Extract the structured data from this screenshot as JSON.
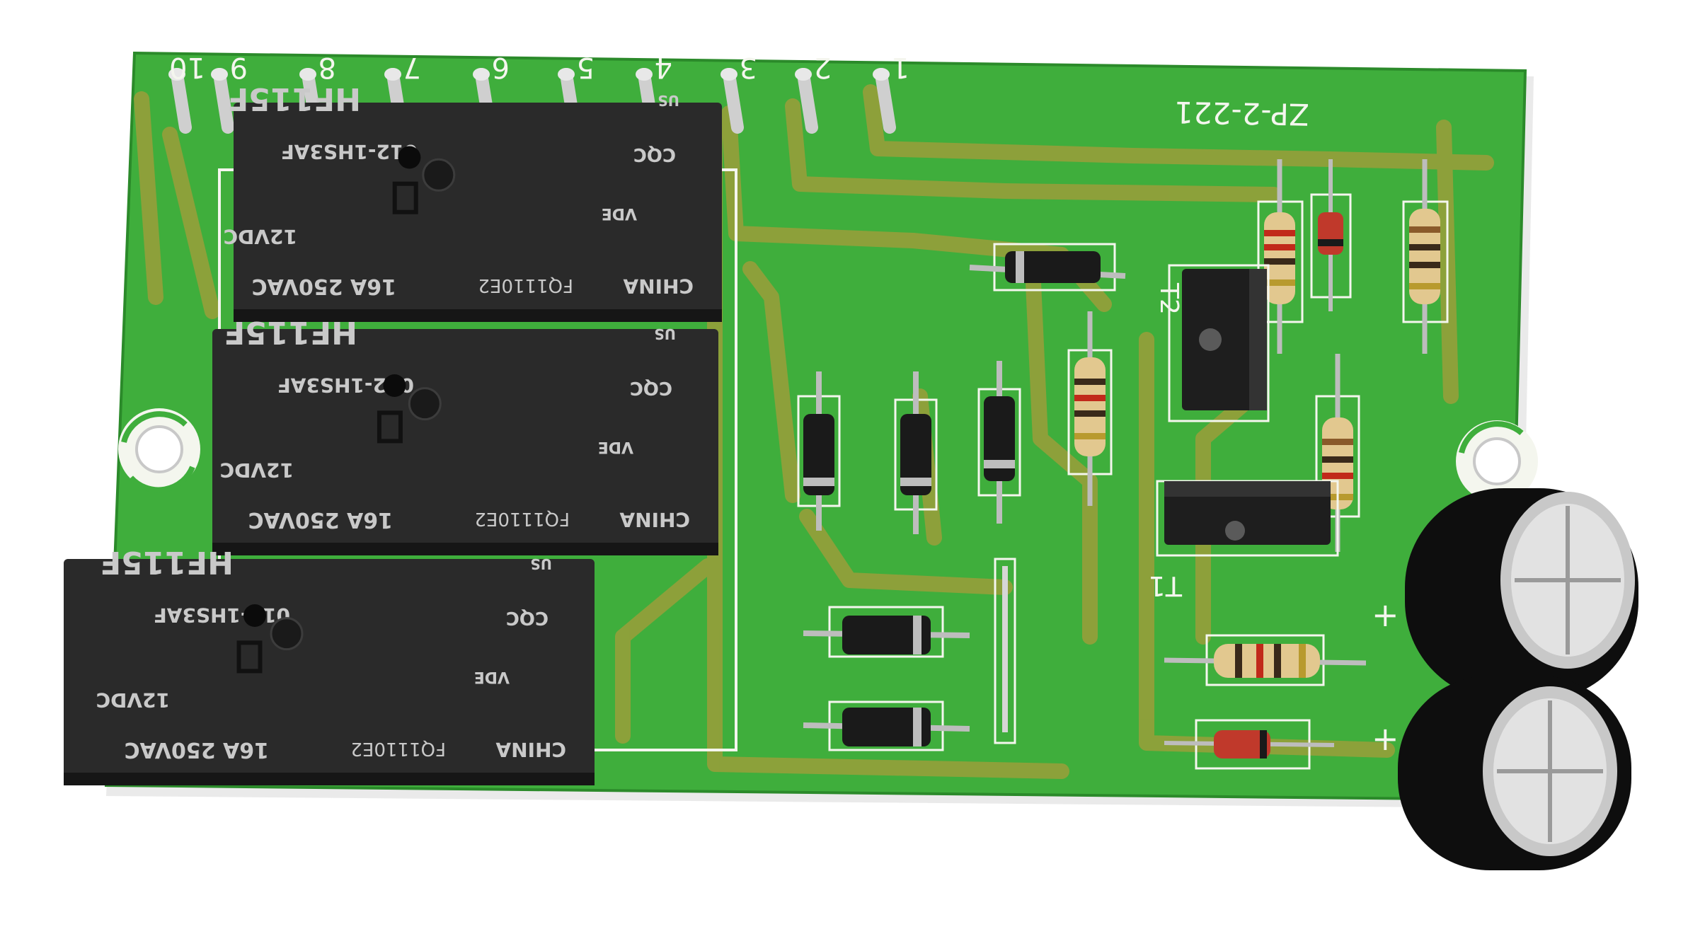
{
  "board": {
    "code": "ZP-2-221",
    "connectors": [
      "10",
      "9",
      "8",
      "7",
      "6",
      "5",
      "4",
      "3",
      "2",
      "1"
    ],
    "labels": {
      "t1": "T1",
      "t2": "T2",
      "plus_top": "+",
      "plus_bottom": "+"
    }
  },
  "relays": [
    {
      "model": "HF115F",
      "part": "012-1HS3AF",
      "coil": "12VDC",
      "rating": "16A 250VAC",
      "cert_code": "FQ1110E2",
      "origin": "CHINA",
      "mark_ccc": "CQC",
      "mark_vde": "VDE",
      "mark_ul": "US"
    },
    {
      "model": "HF115F",
      "part": "012-1HS3AF",
      "coil": "12VDC",
      "rating": "16A 250VAC",
      "cert_code": "FQ1110E2",
      "origin": "CHINA",
      "mark_ccc": "CQC",
      "mark_vde": "VDE",
      "mark_ul": "US"
    },
    {
      "model": "HF115F",
      "part": "012-1HS3AF",
      "coil": "12VDC",
      "rating": "16A 250VAC",
      "cert_code": "FQ1110E2",
      "origin": "CHINA",
      "mark_ccc": "CQC",
      "mark_vde": "VDE",
      "mark_ul": "US"
    }
  ],
  "colors": {
    "pcb": "#3fae3c",
    "copper_trace": "#a79c3a",
    "silkscreen": "#f4f6ee",
    "relay_body": "#2a2a2a",
    "capacitor": "#111111"
  }
}
